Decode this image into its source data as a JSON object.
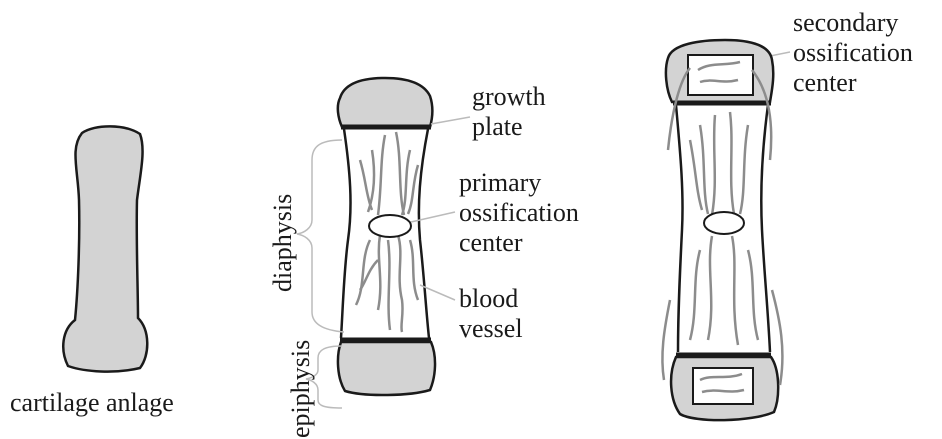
{
  "labels": {
    "cartilage": "cartilage anlage",
    "growth_plate": [
      "growth",
      "plate"
    ],
    "primary_center": [
      "primary",
      "ossification",
      "center"
    ],
    "blood_vessel": [
      "blood",
      "vessel"
    ],
    "secondary_center": [
      "secondary",
      "ossification",
      "center"
    ],
    "diaphysis": "diaphysis",
    "epiphysis": "epiphysis"
  },
  "colors": {
    "outline": "#1a1a1a",
    "cartilage_fill": "#d3d3d3",
    "vessel": "#8c8c8c",
    "background": "#ffffff"
  }
}
